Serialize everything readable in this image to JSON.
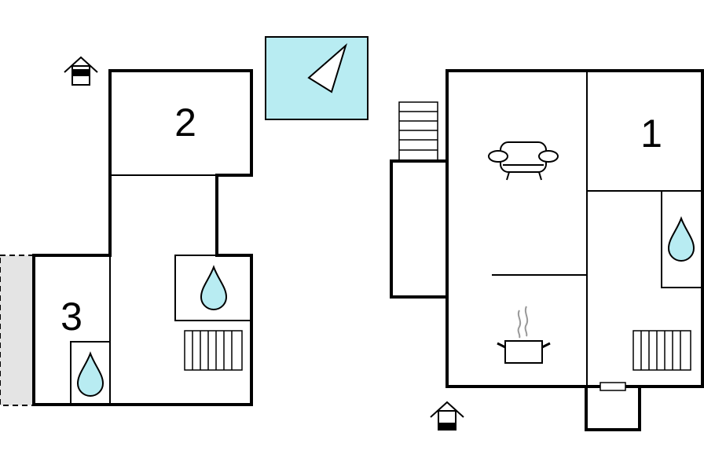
{
  "floorplan": {
    "rooms": [
      {
        "id": "room-1",
        "label": "1"
      },
      {
        "id": "room-2",
        "label": "2"
      },
      {
        "id": "room-3",
        "label": "3"
      }
    ],
    "icons": {
      "entrance": "house-entrance-icon",
      "pool": "pool-icon",
      "bathroom": "water-drop-icon",
      "heater": "radiator-icon",
      "living": "sofa-icon",
      "kitchen": "cooking-pot-icon",
      "stairs": "stairs-icon"
    },
    "colors": {
      "pool": "#b8ecf2",
      "water": "#b8ecf2",
      "terrace": "#e4e4e4",
      "walls": "#000000"
    }
  }
}
